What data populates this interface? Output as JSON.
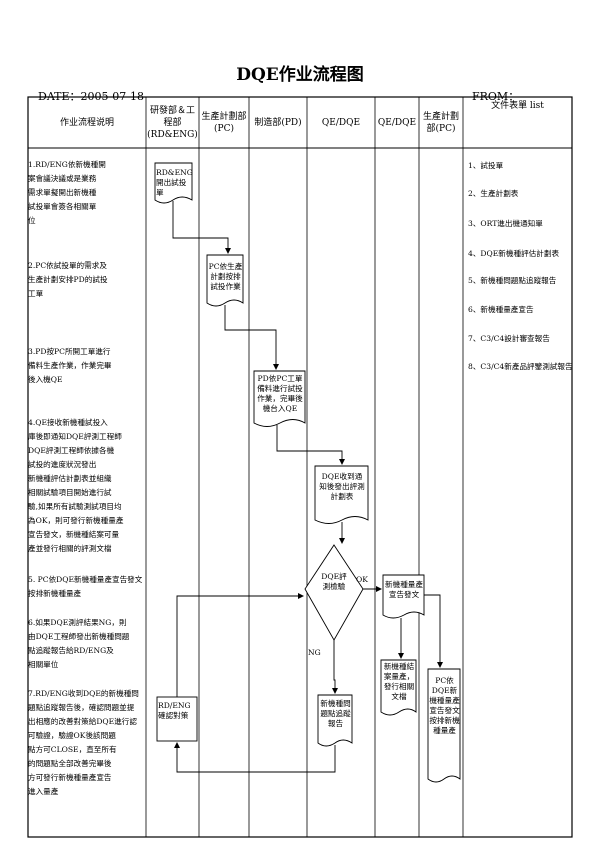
{
  "title": "DQE作业流程图",
  "date_label": "DATE：2005-07-18",
  "from_label": "FROM：",
  "columns": {
    "desc": "作业流程说明",
    "rd": "研發部＆工程部(RD&ENG)",
    "pc": "生產計劃部(PC)",
    "pd": "制造部(PD)",
    "qe_dqe_1": "QE/DQE",
    "qe_dqe_2": "QE/DQE",
    "pc2": "生產計劃部(PC)",
    "doc_list": "文件表單 list"
  },
  "steps": [
    [
      "1.RD/ENG依新機種開",
      "案會議決議或是業務",
      "需求單擬開出新機種",
      "試投單會簽各相關單",
      "位"
    ],
    [
      "2.PC依試投單的需求及",
      "生產計劃安排PD的試投",
      "工單"
    ],
    [
      "3.PD按PC所開工單進行",
      "備料生產作業，作業完畢",
      "後入機QE"
    ],
    [
      "4.QE接收新機種試投入",
      "庫後即通知DQE評測工程師",
      "DQE評測工程師依據各機",
      "試投的進度狀況發出",
      "新機種評估計劃表並組織",
      "相關試驗項目開始進行試",
      "驗,如果所有試驗測試項目均",
      "為OK，則可發行新機種量產",
      "宣告發文，新機種結案可量",
      "產並發行相關的評測文檔"
    ],
    [
      "5. PC依DQE新機種量產宣告發文",
      "按排新機種量產"
    ],
    [
      "6.如果DQE測評結果NG，則",
      "由DQE工程師發出新機種問題",
      "點追蹤報告給RD/ENG及",
      "相關單位"
    ],
    [
      "7.RD/ENG收到DQE的新機種問",
      "題點追蹤報告後，確認問題並提",
      "出相應的改善對策給DQE進行認",
      "可驗證，驗證OK後該問題",
      "點方可CLOSE，直至所有",
      "的問題點全部改善完畢後",
      "方可發行新機種量產宣告",
      "進入量產"
    ]
  ],
  "boxes": {
    "rd_trial": "RD&ENG開出試投單",
    "pc_plan": "PC依生產計劃按排試投作業",
    "pd_work": "PD依PC工單備料進行試投作業，完畢後機台入QE",
    "dqe_plan": "DQE收到通知後發出評測計劃表",
    "decision": "DQE評測檢驗",
    "announce": "新機種量產宣告發文",
    "close_doc": "新機種結案量產，發行相關文檔",
    "pc_schedule": "PC依DQE新機種量產宣告發文按排新機種量產",
    "issue_report": "新機種問題點追蹤報告",
    "rd_confirm": "RD/ENG確認對策"
  },
  "labels": {
    "ok": "OK",
    "ng": "NG"
  },
  "doc_list": [
    "1、試投單",
    "2、生產計劃表",
    "3、ORT進出機通知單",
    "4、DQE新機種評估計劃表",
    "5、新機種問題點追蹤報告",
    "6、新機種量產宣告",
    "7、C3/C4設計審查報告",
    "8、C3/C4新產品評鑒測試報告"
  ]
}
